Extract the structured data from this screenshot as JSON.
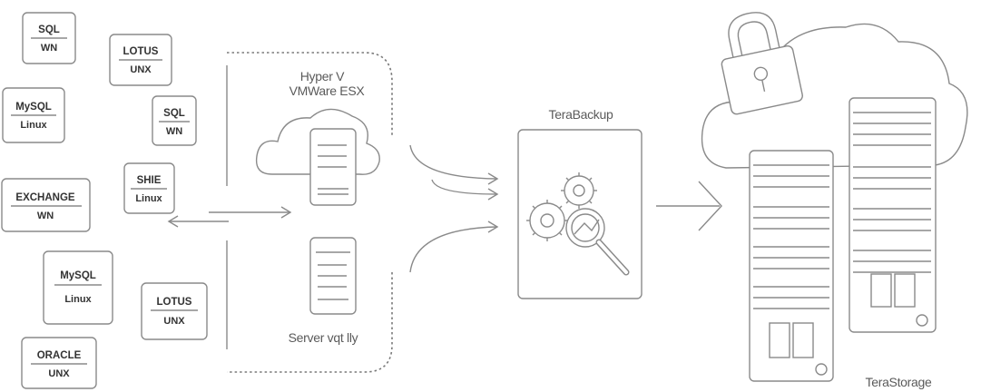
{
  "database_tiles": [
    {
      "top": "SQL",
      "bottom": "WN"
    },
    {
      "top": "LOTUS",
      "bottom": "UNX"
    },
    {
      "top": "MySQL",
      "bottom": "Linux"
    },
    {
      "top": "SQL",
      "bottom": "WN"
    },
    {
      "top": "SHIE",
      "bottom": "Linux"
    },
    {
      "top": "EXCHANGE",
      "bottom": "WN"
    },
    {
      "top": "MySQL",
      "bottom": "Linux"
    },
    {
      "top": "LOTUS",
      "bottom": "UNX"
    },
    {
      "top": "ORACLE",
      "bottom": "UNX"
    }
  ],
  "virtual_label_line1": "Hyper V",
  "virtual_label_line2": "VMWare ESX",
  "server_label": "Server vqt lly",
  "backup_label": "TeraBackup",
  "storage_label": "TeraStorage",
  "icons": [
    "cloud-icon",
    "server-icon",
    "gears-icon",
    "magnifier-icon",
    "padlock-icon",
    "storage-rack-icon",
    "arrow-icon"
  ]
}
